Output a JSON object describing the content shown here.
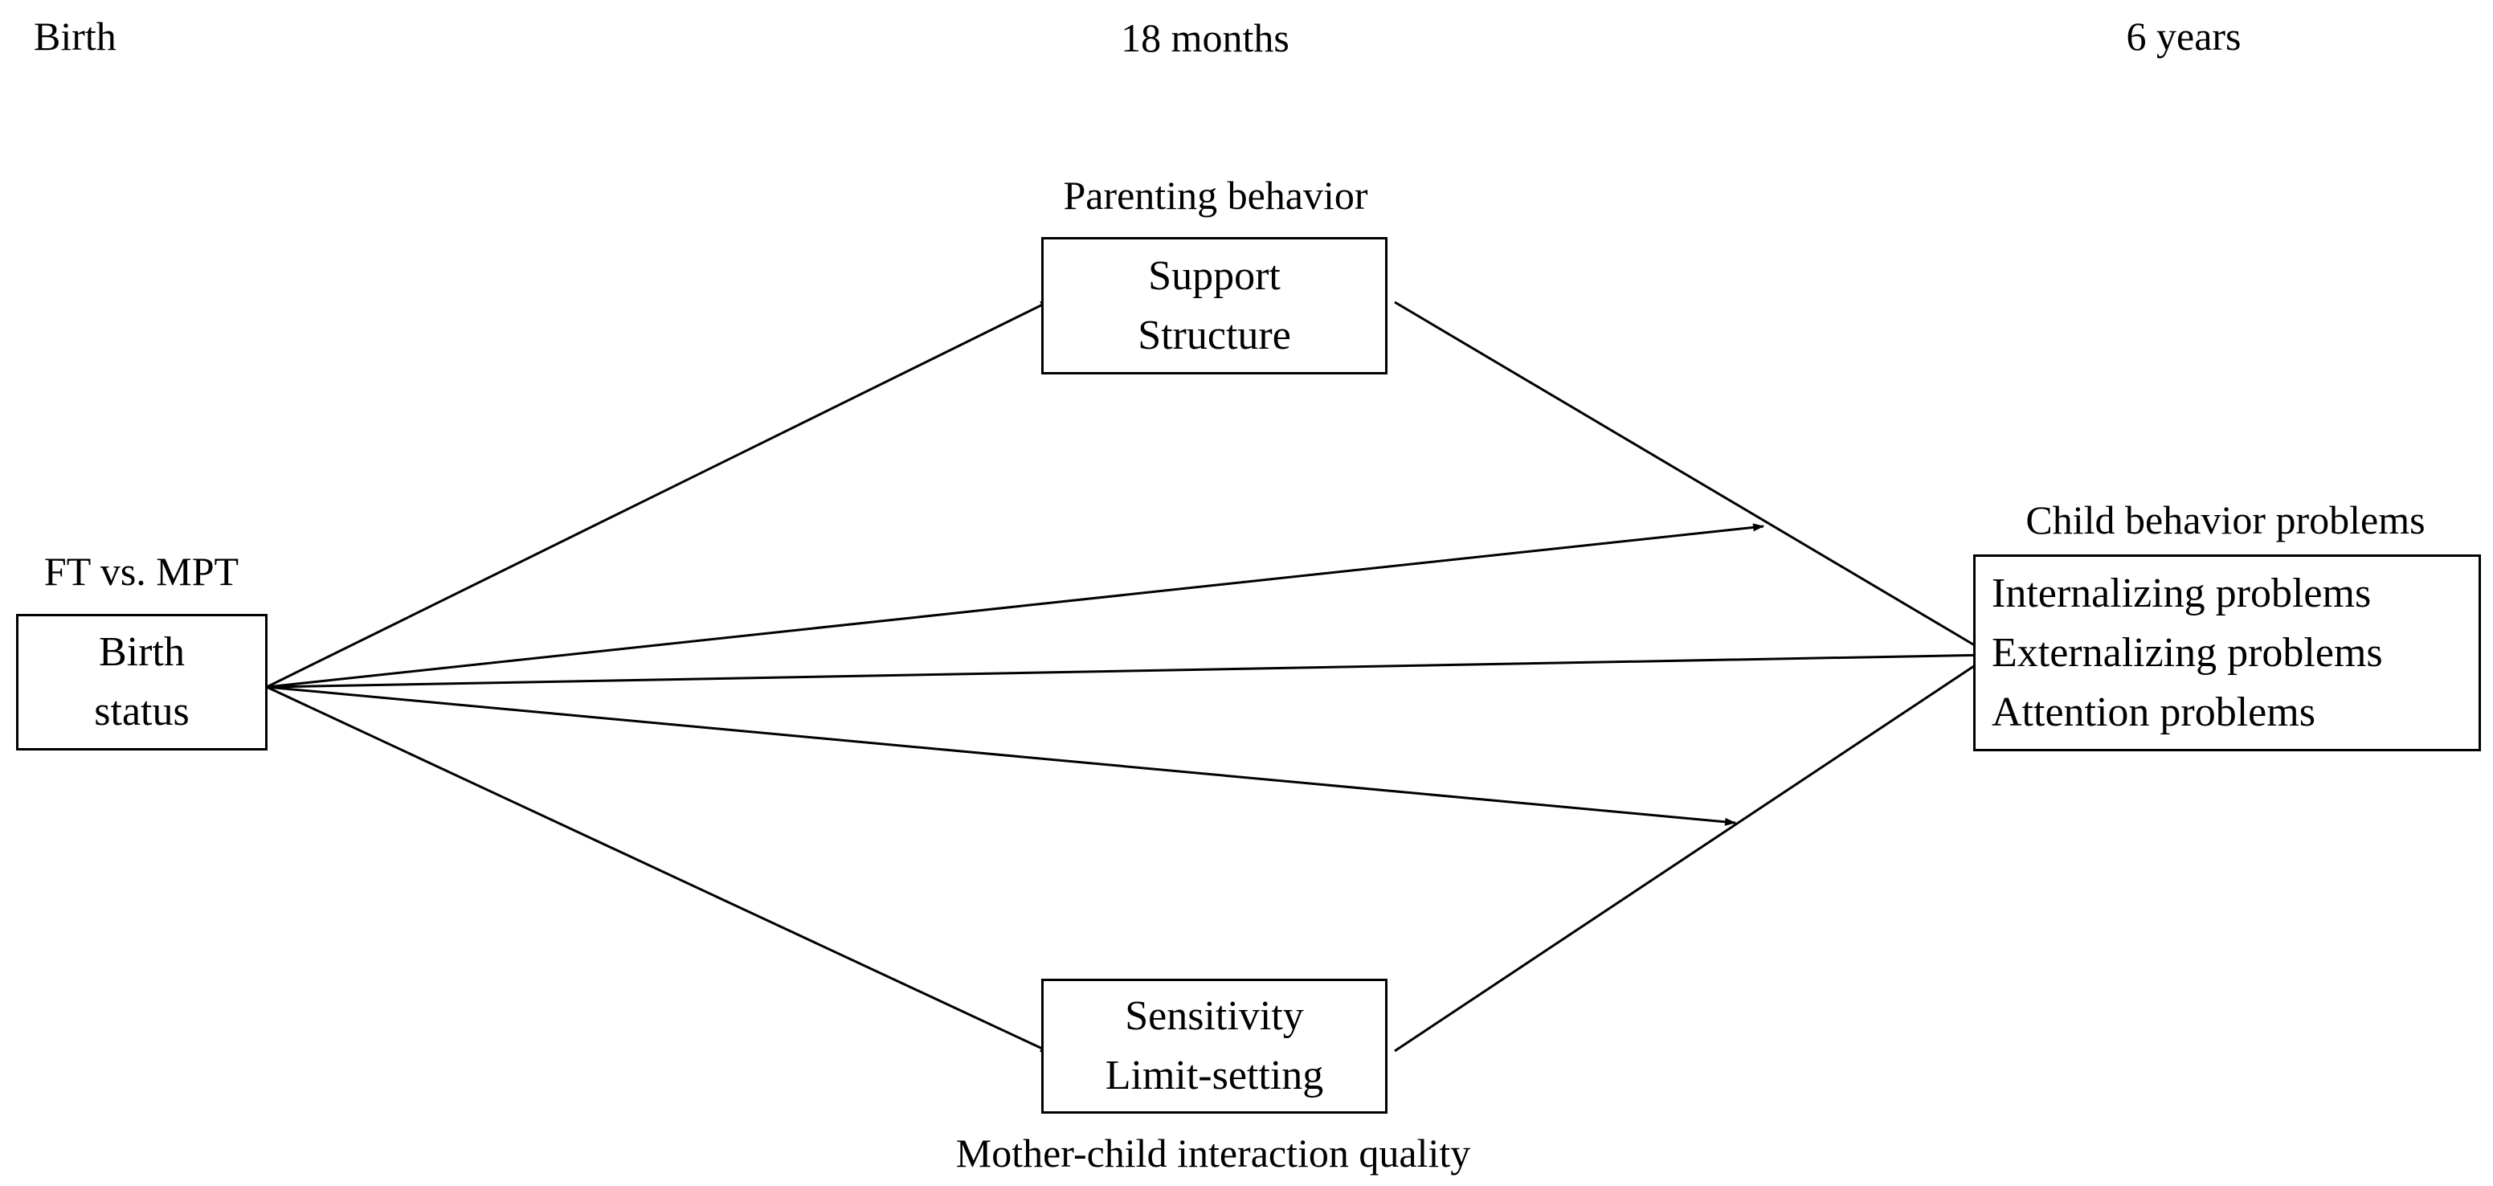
{
  "timepoints": {
    "birth": "Birth",
    "eighteen_months": "18 months",
    "six_years": "6 years"
  },
  "nodes": {
    "birth_status": {
      "caption": "FT vs. MPT",
      "lines": [
        "Birth",
        "status"
      ]
    },
    "parenting": {
      "caption": "Parenting behavior",
      "lines": [
        "Support",
        "Structure"
      ]
    },
    "interaction": {
      "caption": "Mother-child interaction quality",
      "lines": [
        "Sensitivity",
        "Limit-setting"
      ]
    },
    "outcomes": {
      "caption": "Child behavior problems",
      "lines": [
        "Internalizing problems",
        "Externalizing problems",
        "Attention problems"
      ]
    }
  },
  "edges": [
    {
      "from": "birth_status",
      "to": "parenting"
    },
    {
      "from": "birth_status",
      "to": "interaction"
    },
    {
      "from": "birth_status",
      "to": "outcomes"
    },
    {
      "from": "parenting",
      "to": "outcomes"
    },
    {
      "from": "interaction",
      "to": "outcomes"
    },
    {
      "from": "birth_status",
      "to": "parenting_to_outcomes_path"
    },
    {
      "from": "birth_status",
      "to": "interaction_to_outcomes_path"
    }
  ],
  "colors": {
    "stroke": "#000000",
    "background": "#ffffff"
  }
}
